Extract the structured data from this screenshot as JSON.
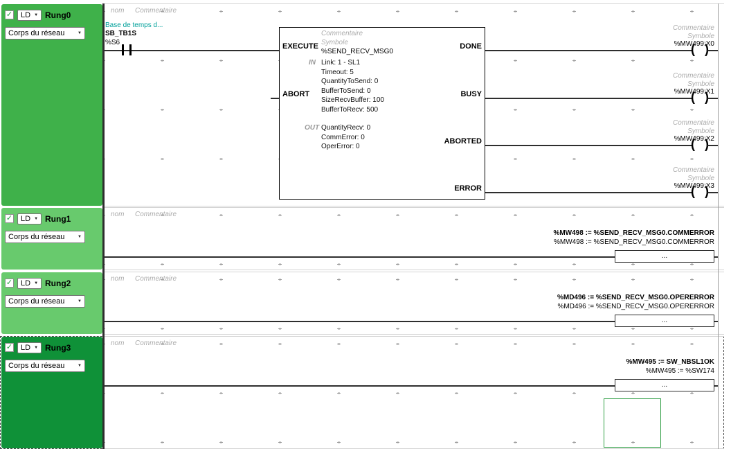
{
  "icons": {
    "check": "✓",
    "dropdown_arrow": "▼",
    "coil_left": "(",
    "coil_right": ")"
  },
  "colors": {
    "rung_header_0": "#3fb14a",
    "rung_header_1": "#68ca6d",
    "rung_header_2": "#68ca6d",
    "rung_header_3": "#0f9138",
    "check_green": "#1d9e3a",
    "comment_teal": "#00a09a",
    "empty_box_green": "#2f9e44"
  },
  "sidebar": {
    "rungs": [
      {
        "lang": "LD",
        "name": "Rung0",
        "body": "Corps du réseau"
      },
      {
        "lang": "LD",
        "name": "Rung1",
        "body": "Corps du réseau"
      },
      {
        "lang": "LD",
        "name": "Rung2",
        "body": "Corps du réseau"
      },
      {
        "lang": "LD",
        "name": "Rung3",
        "body": "Corps du réseau"
      }
    ]
  },
  "grid_labels": {
    "nom": "nom",
    "commentaire": "Commentaire"
  },
  "rung0": {
    "contact": {
      "comment": "Base de temps d...",
      "symbol": "SB_TB1S",
      "address": "%S6"
    },
    "block": {
      "comment_label": "Commentaire",
      "symbol_label": "Symbole",
      "name": "%SEND_RECV_MSG0",
      "in_pin_execute": "EXECUTE",
      "in_pin_abort": "ABORT",
      "out_pin_done": "DONE",
      "out_pin_busy": "BUSY",
      "out_pin_aborted": "ABORTED",
      "out_pin_error": "ERROR",
      "in_label": "IN",
      "out_label": "OUT",
      "in_params": [
        "Link: 1 - SL1",
        "Timeout: 5",
        "QuantityToSend: 0",
        "BufferToSend: 0",
        "SizeRecvBuffer: 100",
        "BufferToRecv: 500"
      ],
      "out_params": [
        "QuantityRecv: 0",
        "CommError: 0",
        "OperError: 0"
      ]
    },
    "coils": [
      {
        "comment_label": "Commentaire",
        "symbol_label": "Symbole",
        "address": "%MW499:X0"
      },
      {
        "comment_label": "Commentaire",
        "symbol_label": "Symbole",
        "address": "%MW499:X1"
      },
      {
        "comment_label": "Commentaire",
        "symbol_label": "Symbole",
        "address": "%MW499:X2"
      },
      {
        "comment_label": "Commentaire",
        "symbol_label": "Symbole",
        "address": "%MW499:X3"
      }
    ]
  },
  "rung1": {
    "assign_title": "%MW498 := %SEND_RECV_MSG0.COMMERROR",
    "assign_expr": "%MW498 := %SEND_RECV_MSG0.COMMERROR",
    "block_text": "..."
  },
  "rung2": {
    "assign_title": "%MD496 := %SEND_RECV_MSG0.OPERERROR",
    "assign_expr": "%MD496 := %SEND_RECV_MSG0.OPERERROR",
    "block_text": "..."
  },
  "rung3": {
    "assign_title": "%MW495 := SW_NBSL1OK",
    "assign_expr": "%MW495 := %SW174",
    "block_text": "..."
  }
}
